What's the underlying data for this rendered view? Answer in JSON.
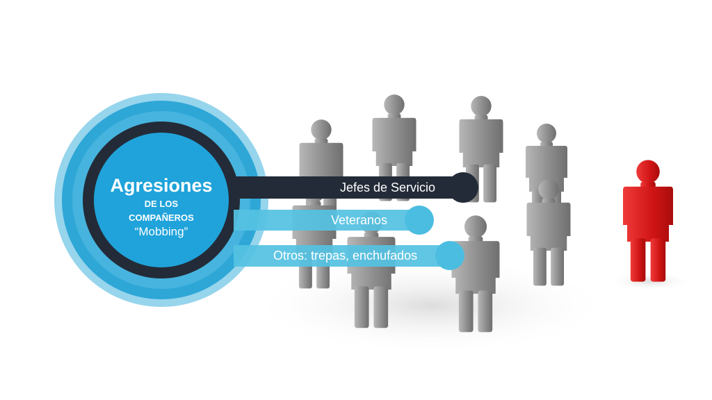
{
  "hub": {
    "title": "Agresiones",
    "subtitle_line1": "DE LOS",
    "subtitle_line2": "COMPAÑEROS",
    "quote": "“Mobbing”"
  },
  "branches": [
    {
      "label": "Jefes de Servicio",
      "color": "#232b38"
    },
    {
      "label": "Veteranos",
      "color": "#55c2e2"
    },
    {
      "label": "Otros: trepas, enchufados",
      "color": "#55c2e2"
    }
  ],
  "colors": {
    "hub_outer": "#35a8d5",
    "hub_ring_dark": "#232b38",
    "hub_core": "#1fa3da",
    "group_figures": "#8d8d8d",
    "isolated_figure": "#d41616"
  }
}
